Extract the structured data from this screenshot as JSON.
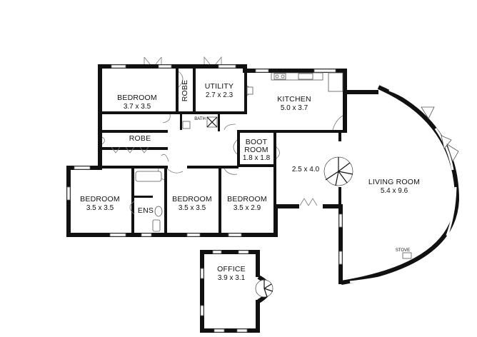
{
  "rooms": {
    "bedroom_1": {
      "name": "BEDROOM",
      "dim": "3.7 x 3.5"
    },
    "robe_1": {
      "name": "ROBE"
    },
    "utility": {
      "name": "UTILITY",
      "dim": "2.7 x 2.3"
    },
    "kitchen": {
      "name": "KITCHEN",
      "dim": "5.0 x 3.7"
    },
    "bath": {
      "name": "BATH"
    },
    "robe_2": {
      "name": "ROBE"
    },
    "boot_room": {
      "name_line1": "BOOT",
      "name_line2": "ROOM",
      "dim": "1.8 x 1.8"
    },
    "hall": {
      "dim": "2.5 x 4.0"
    },
    "living_room": {
      "name": "LIVING ROOM",
      "dim": "5.4 x 9.6"
    },
    "bedroom_2": {
      "name": "BEDROOM",
      "dim": "3.5 x 3.5"
    },
    "ensuite": {
      "name": "ENS"
    },
    "bedroom_3": {
      "name": "BEDROOM",
      "dim": "3.5 x 3.5"
    },
    "bedroom_4": {
      "name": "BEDROOM",
      "dim": "3.5 x 2.9"
    },
    "office": {
      "name": "OFFICE",
      "dim": "3.9 x 3.1"
    }
  },
  "fixtures": {
    "stove": "STOVE"
  }
}
